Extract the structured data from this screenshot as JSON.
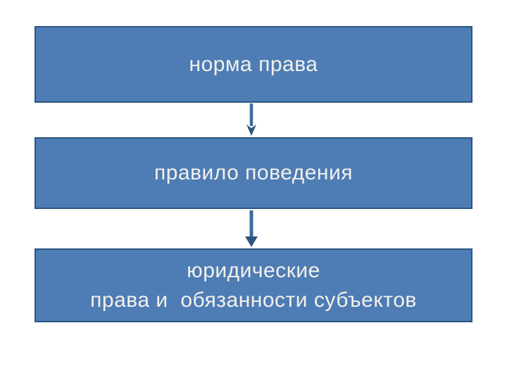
{
  "slide": {
    "background": "#ffffff",
    "diagram": {
      "type": "vertical-flow",
      "boxes": [
        {
          "id": "norma-prava",
          "label": "норма права"
        },
        {
          "id": "pravilo-povedeniya",
          "label": "правило поведения"
        },
        {
          "id": "yuridicheskie-prava-i-obyazannosti",
          "label": "юридические\nправа и  обязанности субъектов"
        }
      ],
      "connectors": [
        {
          "from": "norma-prava",
          "to": "pravilo-povedeniya",
          "shape": "down-arrow"
        },
        {
          "from": "pravilo-povedeniya",
          "to": "yuridicheskie-prava-i-obyazannosti",
          "shape": "down-arrow"
        }
      ],
      "colors": {
        "box_fill": "#4e7cb4",
        "box_border": "#2e5680",
        "box_text": "#f2f1ec",
        "arrow_line": "#3e6b9d",
        "arrow_head": "#2e5680"
      }
    }
  }
}
